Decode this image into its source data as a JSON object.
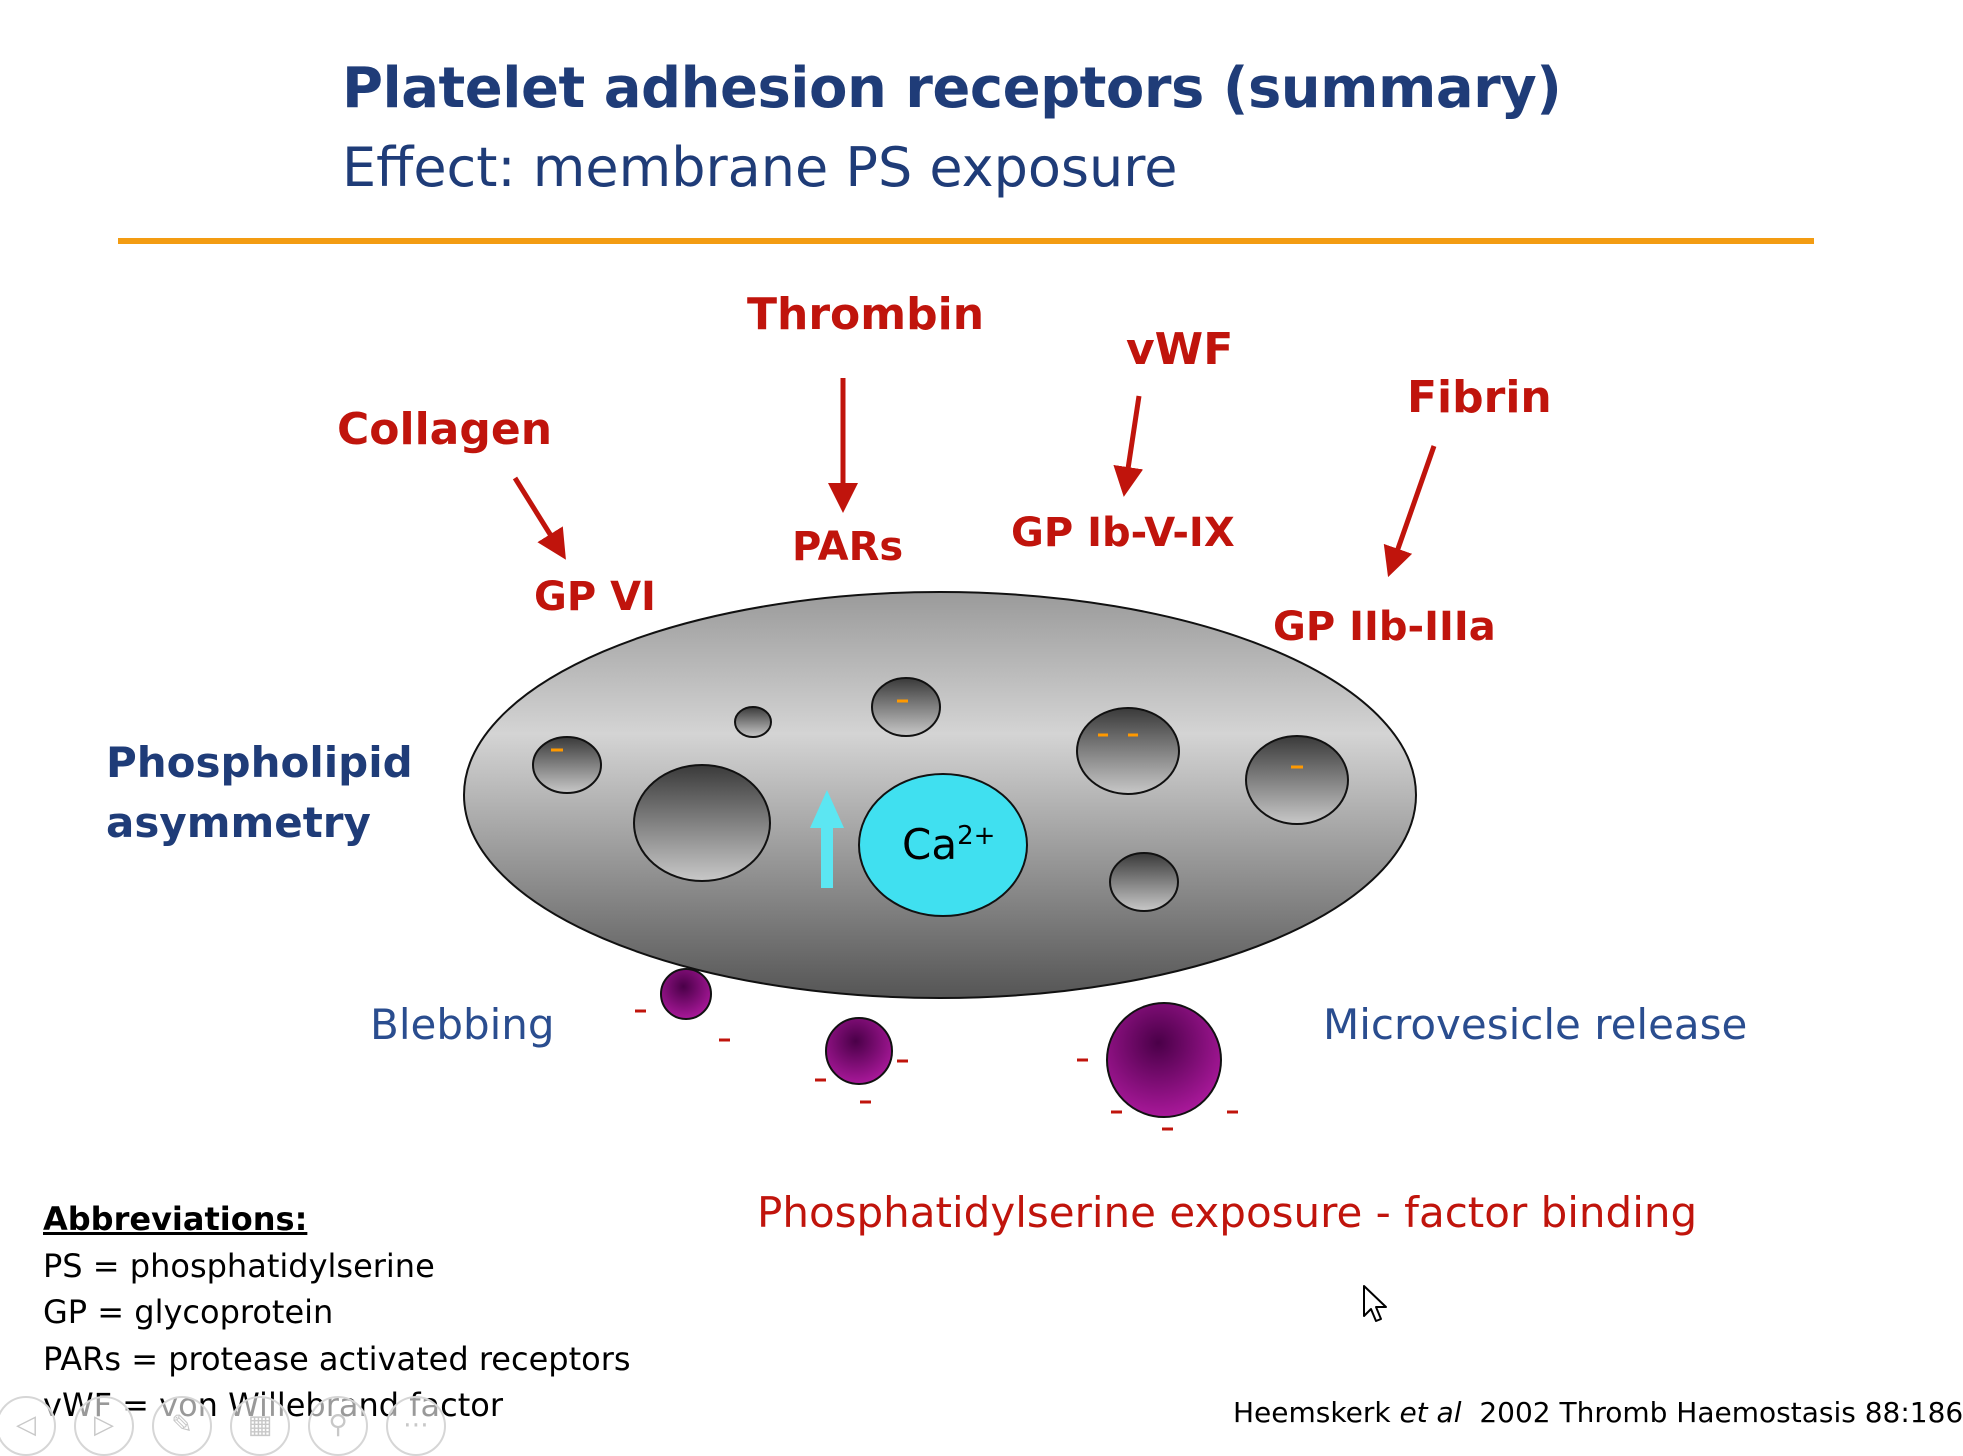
{
  "title": "Platelet adhesion receptors (summary)",
  "subtitle": "Effect: membrane PS exposure",
  "agonists": {
    "collagen": "Collagen",
    "thrombin": "Thrombin",
    "vwf": "vWF",
    "fibrin": "Fibrin"
  },
  "receptors": {
    "gp_vi": "GP VI",
    "pars": "PARs",
    "gp_ib": "GP Ib-V-IX",
    "gp_iib": "GP IIb-IIIa"
  },
  "calcium": {
    "symbol": "Ca",
    "charge": "2+"
  },
  "phospholipid": {
    "line1": "Phospholipid",
    "line2": "asymmetry"
  },
  "blebbing": "Blebbing",
  "microvesicle": "Microvesicle release",
  "ps_exposure": "Phosphatidylserine exposure - factor binding",
  "abbreviations": {
    "heading": "Abbreviations:",
    "items": [
      "PS = phosphatidylserine",
      "GP = glycoprotein",
      "PARs = protease activated receptors",
      "vWF = von Willebrand factor"
    ]
  },
  "citation": {
    "authors": "Heemskerk",
    "etal": "et al",
    "rest": "2002 Thromb Haemostasis 88:186"
  },
  "charge_sign": "-",
  "colors": {
    "title": "#1f3c78",
    "accent_rule": "#f39c12",
    "agonist_red": "#c0140c",
    "calcium_cyan": "#40e0f0",
    "vesicle_purple": "#8b1a7e",
    "minus_orange": "#ff9900"
  },
  "icons": [
    "prev-slide-icon",
    "next-slide-icon",
    "pen-icon",
    "slides-icon",
    "zoom-icon",
    "more-icon",
    "pointer-cursor-icon"
  ]
}
